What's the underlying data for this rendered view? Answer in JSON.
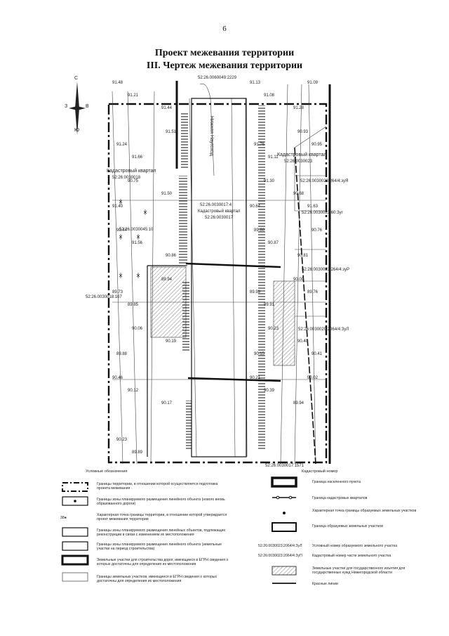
{
  "page_number": "6",
  "title": {
    "line1": "Проект межевания территории",
    "line2": "III. Чертеж межевания территории"
  },
  "compass": {
    "north": "С",
    "south": "Ю",
    "west": "З",
    "east": "В"
  },
  "map": {
    "street_name": "Нижняя Наугоход",
    "top_cadastral": "52:26.0060049:2229",
    "cadastral_quarter_left": "Кадастровый квартал",
    "cadastral_quarter_left_num": "52:26:0030018",
    "cadastral_quarter_center": "Кадастровый квартал",
    "cadastral_quarter_center_num": "52:26:0030017",
    "center_parcel": "52:26.0030017:4",
    "cadastral_quarter_right": "Кадастровый квартал",
    "cadastral_quarter_right_num": "52:26:0030023",
    "right_labels": [
      "52:26:0030023:264/4:зуЯ",
      "52:26.0030023:60:Зуг",
      "52:26:0030023:264/4:зуР",
      "52:26:0030020:2064/4:ЗуЛ"
    ],
    "left_labels": [
      "52:26.0030045:10",
      "52:26.0030018:107"
    ],
    "elevations": [
      "91.48",
      "91.21",
      "91.44",
      "91.13",
      "91.08",
      "91.28",
      "91.09",
      "91.24",
      "91.66",
      "91.51",
      "91.76",
      "91.11",
      "90.93",
      "90.95",
      "91.40",
      "90.75",
      "91.50",
      "90.64",
      "91.30",
      "90.68",
      "91.63",
      "90.44",
      "91.56",
      "90.86",
      "89.86",
      "90.87",
      "90.81",
      "90.76",
      "89.73",
      "89.85",
      "89.94",
      "89.99",
      "89.91",
      "90.00",
      "89.76",
      "89.88",
      "90.06",
      "90.19",
      "90.15",
      "90.23",
      "90.40",
      "90.41",
      "90.46",
      "90.12",
      "90.17",
      "90.21",
      "90.39",
      "89.94",
      "90.02",
      "90.23",
      "89.89"
    ],
    "bottom_cadastral": "52:26:0030017:1571",
    "legend_left_header": "Условные обозначения",
    "legend_right_header": "Кадастровый номер"
  },
  "legend_left": [
    "Границы территории, в отношении которой осуществляется подготовка проекта межевания",
    "Границы зоны планируемого размещения линейного объекта (нового вновь образованного дороги)",
    "Характерная точка границы территории, в отношении которой утверждается проект межевания территории",
    "Границы зоны планируемого размещения линейных объектов, подлежащих реконструкции в связи с изменением их местоположения",
    "Границы зоны планируемого размещения линейного объекта (земельные участки на период строительства)",
    "Земельные участки для строительства дорог, имеющиеся в ЕГРН сведения о которых достаточны для определения их местоположения",
    "Границы земельных участков, имеющиеся в ЕГРН сведения о которых достаточны для определения их местоположения"
  ],
  "legend_left_mark": "38●",
  "legend_right": [
    "Граница населенного пункта",
    "Граница кадастровых кварталов",
    "Характерная точка границы образуемых земельных участков",
    "Граница образуемых земельных участков",
    "Условный номер образуемого земельного участка",
    "Кадастровый номер части земельного участка",
    "Земельные участки для государственного изъятия для государственных нужд Нижегородской области",
    "Красные линии"
  ],
  "legend_right_examples": [
    "52:26:0030023:2064/4:ЗуЛ",
    "52:26:0030023:2064/4:ЗуП"
  ]
}
